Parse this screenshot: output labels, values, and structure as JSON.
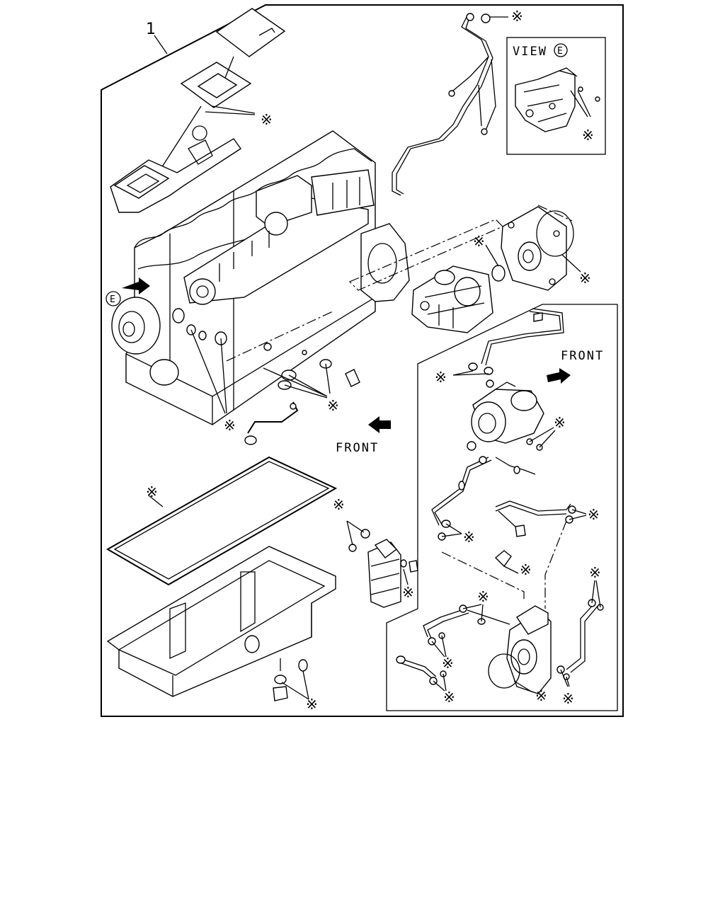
{
  "diagram": {
    "callout_number": "1",
    "view_label": "VIEW",
    "view_letter": "E",
    "view_marker": "E",
    "front_label_lower": "FRONT",
    "front_label_right": "FRONT",
    "asterisk": "※"
  }
}
